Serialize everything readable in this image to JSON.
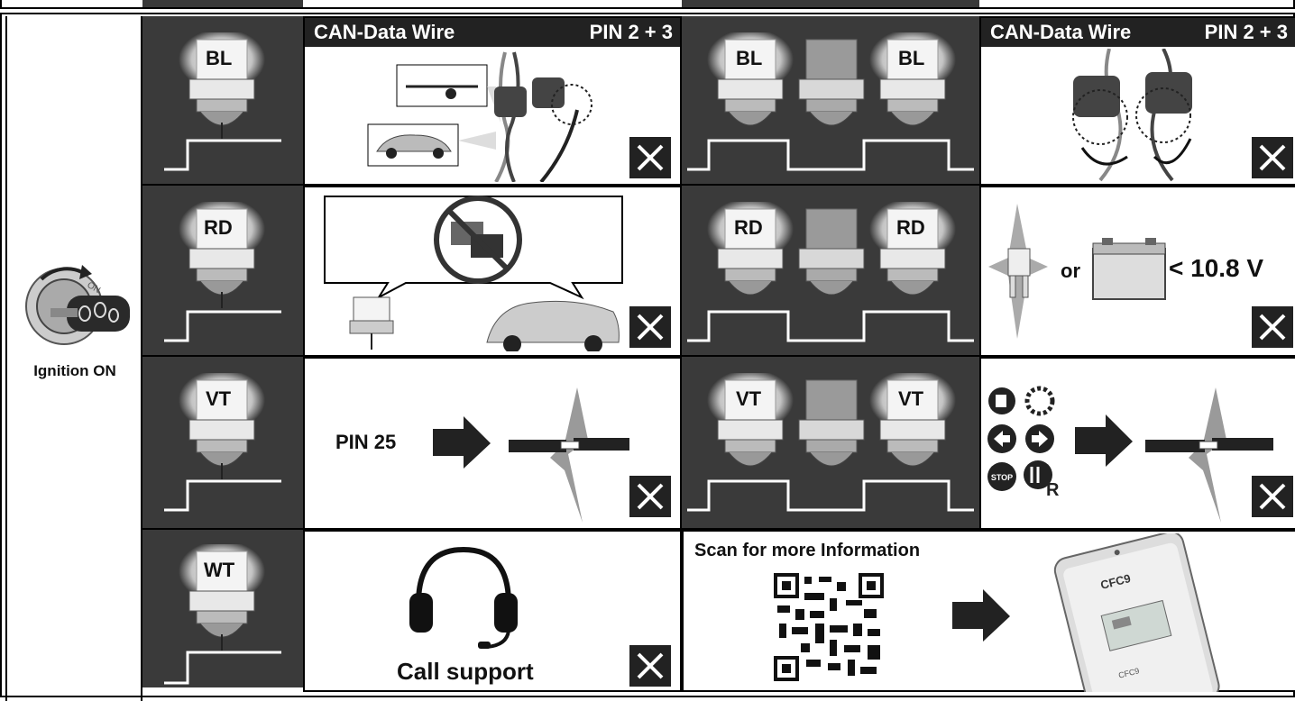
{
  "left": {
    "ignition_label": "Ignition ON"
  },
  "rows": [
    {
      "led": "BL",
      "panel": {
        "header_left": "CAN-Data Wire",
        "header_right": "PIN 2 + 3"
      },
      "led2": "BL",
      "panel2": {
        "header_left": "CAN-Data Wire",
        "header_right": "PIN 2 + 3"
      }
    },
    {
      "led": "RD",
      "led2": "RD",
      "panel2": {
        "or": "or",
        "voltage": "< 10.8 V"
      }
    },
    {
      "led": "VT",
      "panel": {
        "pin": "PIN 25"
      },
      "led2": "VT",
      "panel2": {
        "stop": "STOP",
        "gear": "R"
      }
    },
    {
      "led": "WT",
      "panel": {
        "support": "Call support"
      },
      "panel2": {
        "scan": "Scan for more Information",
        "device": "CFC9",
        "device_small": "CFC9"
      }
    }
  ]
}
